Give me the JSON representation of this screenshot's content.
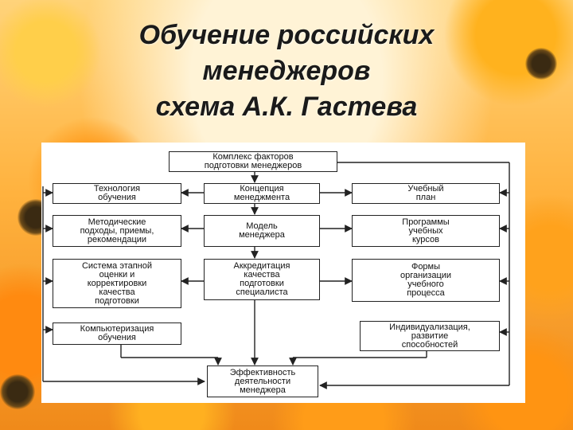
{
  "slide": {
    "title_lines": [
      "Обучение российских",
      "менеджеров",
      "схема А.К. Гастева"
    ]
  },
  "diagram": {
    "nodes": {
      "top": "Комплекс факторов\nподготовки менеджеров",
      "technology": "Технология\nобучения",
      "concept": "Концепция\nменеджмента",
      "curriculum": "Учебный\nплан",
      "methods": "Методические\nподходы, приемы,\nрекомендации",
      "model": "Модель\nменеджера",
      "programs": "Программы\nучебных\nкурсов",
      "assessment": "Система этапной\nоценки и\nкорректировки\nкачества\nподготовки",
      "accreditation": "Аккредитация\nкачества\nподготовки\nспециалиста",
      "forms": "Формы\nорганизации\nучебного\nпроцесса",
      "computerization": "Компьютеризация\nобучения",
      "individualization": "Индивидуализация,\nразвитие\nспособностей",
      "efficiency": "Эффективность\nдеятельности\nменеджера"
    }
  },
  "colors": {
    "line": "#222222",
    "title": "#1a1a1a"
  }
}
